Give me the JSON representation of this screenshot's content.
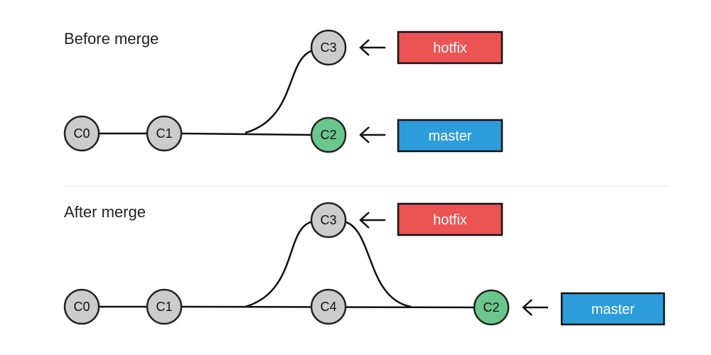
{
  "colors": {
    "commit": "#cccccc",
    "head_commit": "#6bc68c",
    "hotfix": "#ec5454",
    "master": "#2d9cdb"
  },
  "before": {
    "title": "Before merge",
    "commits": {
      "c0": "C0",
      "c1": "C1",
      "c3": "C3",
      "c2": "C2"
    },
    "branches": {
      "hotfix": "hotfix",
      "master": "master"
    }
  },
  "after": {
    "title": "After merge",
    "commits": {
      "c0": "C0",
      "c1": "C1",
      "c3": "C3",
      "c4": "C4",
      "c2": "C2"
    },
    "branches": {
      "hotfix": "hotfix",
      "master": "master"
    }
  }
}
